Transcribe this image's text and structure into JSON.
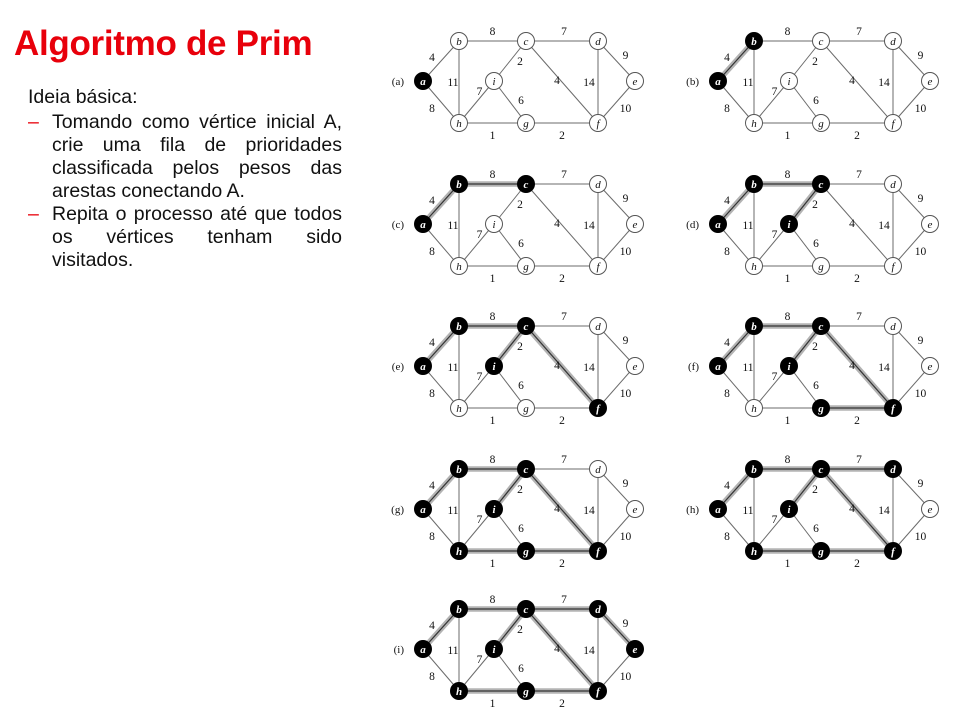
{
  "title": "Algoritmo de Prim",
  "intro": "Ideia básica:",
  "bullets": [
    "Tomando como vértice inicial A, crie uma fila de prioridades classificada pelos pesos das arestas conectando A.",
    "Repita o processo até que todos os vértices tenham sido visitados."
  ],
  "colors": {
    "title": "#e8000b",
    "dash": "#e8000b",
    "tree_edge": "#b3b3b3",
    "visited_node": "#000000"
  },
  "graph": {
    "vertices": [
      "a",
      "b",
      "c",
      "d",
      "e",
      "f",
      "g",
      "h",
      "i"
    ],
    "edges": [
      {
        "u": "a",
        "v": "b",
        "w": "4"
      },
      {
        "u": "a",
        "v": "h",
        "w": "8"
      },
      {
        "u": "b",
        "v": "h",
        "w": "11"
      },
      {
        "u": "b",
        "v": "c",
        "w": "8"
      },
      {
        "u": "c",
        "v": "i",
        "w": "2"
      },
      {
        "u": "c",
        "v": "d",
        "w": "7"
      },
      {
        "u": "c",
        "v": "f",
        "w": "4"
      },
      {
        "u": "d",
        "v": "e",
        "w": "9"
      },
      {
        "u": "d",
        "v": "f",
        "w": "14"
      },
      {
        "u": "e",
        "v": "f",
        "w": "10"
      },
      {
        "u": "f",
        "v": "g",
        "w": "2"
      },
      {
        "u": "g",
        "v": "h",
        "w": "1"
      },
      {
        "u": "g",
        "v": "i",
        "w": "6"
      },
      {
        "u": "h",
        "v": "i",
        "w": "7"
      }
    ]
  },
  "steps": [
    {
      "label": "(a)",
      "visited": [
        "a"
      ],
      "tree": []
    },
    {
      "label": "(b)",
      "visited": [
        "a",
        "b"
      ],
      "tree": [
        "a-b"
      ]
    },
    {
      "label": "(c)",
      "visited": [
        "a",
        "b",
        "c"
      ],
      "tree": [
        "a-b",
        "b-c"
      ]
    },
    {
      "label": "(d)",
      "visited": [
        "a",
        "b",
        "c",
        "i"
      ],
      "tree": [
        "a-b",
        "b-c",
        "c-i"
      ]
    },
    {
      "label": "(e)",
      "visited": [
        "a",
        "b",
        "c",
        "i",
        "f"
      ],
      "tree": [
        "a-b",
        "b-c",
        "c-i",
        "c-f"
      ]
    },
    {
      "label": "(f)",
      "visited": [
        "a",
        "b",
        "c",
        "i",
        "f",
        "g"
      ],
      "tree": [
        "a-b",
        "b-c",
        "c-i",
        "c-f",
        "f-g"
      ]
    },
    {
      "label": "(g)",
      "visited": [
        "a",
        "b",
        "c",
        "i",
        "f",
        "g",
        "h"
      ],
      "tree": [
        "a-b",
        "b-c",
        "c-i",
        "c-f",
        "f-g",
        "g-h"
      ]
    },
    {
      "label": "(h)",
      "visited": [
        "a",
        "b",
        "c",
        "i",
        "f",
        "g",
        "h",
        "d"
      ],
      "tree": [
        "a-b",
        "b-c",
        "c-i",
        "c-f",
        "f-g",
        "g-h",
        "c-d"
      ]
    },
    {
      "label": "(i)",
      "visited": [
        "a",
        "b",
        "c",
        "i",
        "f",
        "g",
        "h",
        "d",
        "e"
      ],
      "tree": [
        "a-b",
        "b-c",
        "c-i",
        "c-f",
        "f-g",
        "g-h",
        "c-d",
        "d-e"
      ]
    }
  ]
}
